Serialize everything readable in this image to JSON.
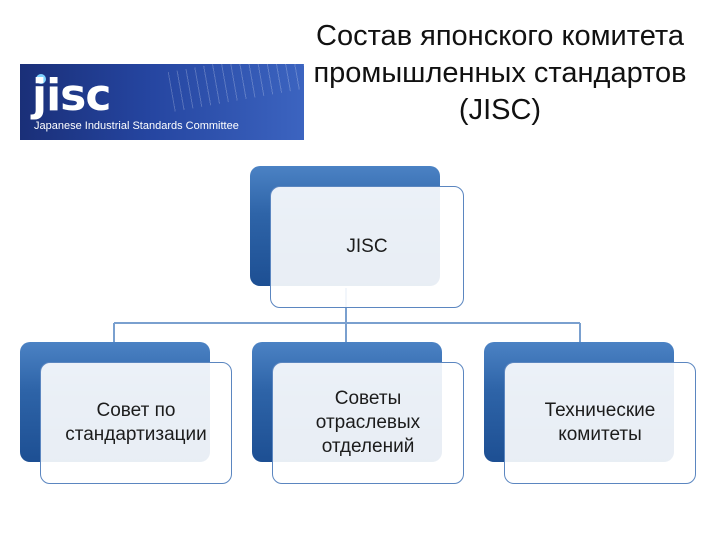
{
  "title": {
    "line1": "Состав японского комитета",
    "line2": "промышленных стандартов",
    "line3": "(JISC)"
  },
  "logo": {
    "mark": "jisc",
    "subtitle": "Japanese Industrial Standards Committee"
  },
  "colors": {
    "box_dark": "#1d4f93",
    "box_light": "#4b82c4",
    "box_border": "#5b86c0",
    "connector": "#7aa0cf"
  },
  "nodes": {
    "root": {
      "label": "JISC"
    },
    "children": [
      {
        "label": "Совет по стандартизации"
      },
      {
        "label": "Советы отраслевых отделений"
      },
      {
        "label": "Технические комитеты"
      }
    ]
  }
}
